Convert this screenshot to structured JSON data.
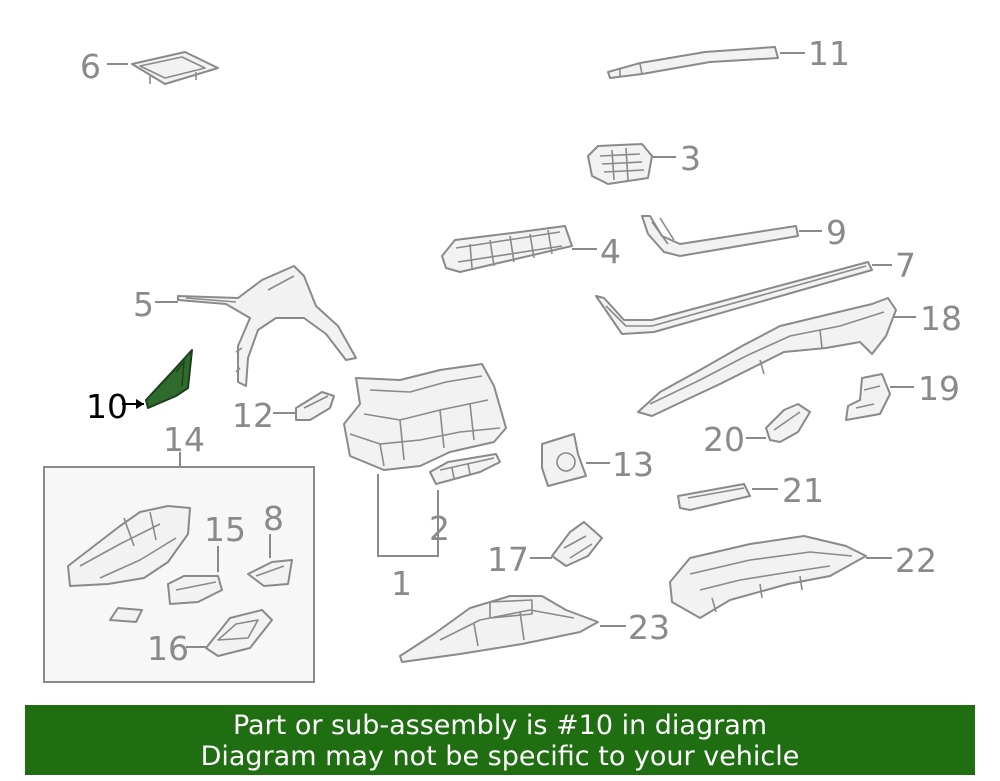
{
  "callouts": {
    "c1": "1",
    "c2": "2",
    "c3": "3",
    "c4": "4",
    "c5": "5",
    "c6": "6",
    "c7": "7",
    "c8": "8",
    "c9": "9",
    "c10": "10",
    "c11": "11",
    "c12": "12",
    "c13": "13",
    "c14": "14",
    "c15": "15",
    "c16": "16",
    "c17": "17",
    "c18": "18",
    "c19": "19",
    "c20": "20",
    "c21": "21",
    "c22": "22",
    "c23": "23"
  },
  "highlighted_part": "10",
  "colors": {
    "highlight": "#2f6b2c",
    "banner": "#1f6e12",
    "line": "#8a8a8a"
  },
  "banner": {
    "line1": "Part or sub-assembly is #10 in diagram",
    "line2": "Diagram may not be specific to your vehicle"
  }
}
